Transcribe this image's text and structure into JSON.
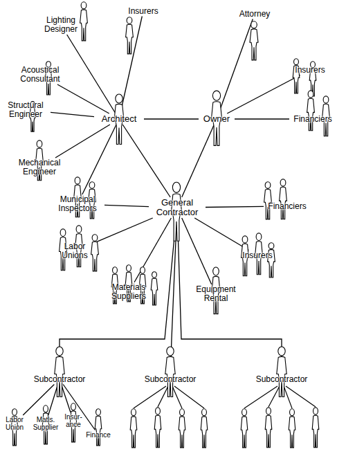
{
  "diagram": {
    "nodes": [
      {
        "text": [
          "Lighting Designer"
        ]
      },
      {
        "text": [
          "Insurers"
        ]
      },
      {
        "text": [
          "Attorney"
        ]
      },
      {
        "text": [
          "Acoustical Consultant"
        ]
      },
      {
        "text": [
          "Insurers"
        ]
      },
      {
        "text": [
          "Architect"
        ]
      },
      {
        "text": [
          "Owner"
        ]
      },
      {
        "text": [
          "Financiers"
        ]
      },
      {
        "text": [
          "Structural Engineer"
        ]
      },
      {
        "text": [
          "Mechanical Engineer"
        ]
      },
      {
        "text": [
          "Municipal Inspectors"
        ]
      },
      {
        "text": [
          "General Contractor"
        ]
      },
      {
        "text": [
          "Financiers"
        ]
      },
      {
        "text": [
          "Labor Unions"
        ]
      },
      {
        "text": [
          "Insurers"
        ]
      },
      {
        "text": [
          "Materials Suppliers"
        ]
      },
      {
        "text": [
          "Equipment Rental"
        ]
      },
      {
        "text": [
          "Subcontractor"
        ]
      },
      {
        "text": [
          "Subcontractor"
        ]
      },
      {
        "text": [
          "Subcontractor"
        ]
      },
      {
        "text": [
          "Labor Union"
        ]
      },
      {
        "text": [
          "Matls. Supplier"
        ]
      },
      {
        "text": [
          "Insur- ance"
        ]
      },
      {
        "text": [
          "Finance"
        ]
      }
    ],
    "edges": [
      {
        "from": 5,
        "to": 0,
        "arrow": "none"
      },
      {
        "from": 5,
        "to": 1,
        "arrow": "none"
      },
      {
        "from": 5,
        "to": 3,
        "arrow": "none"
      },
      {
        "from": 5,
        "to": 8,
        "arrow": "none"
      },
      {
        "from": 5,
        "to": 9,
        "arrow": "none"
      },
      {
        "from": 5,
        "to": 10,
        "arrow": "none"
      },
      {
        "from": 5,
        "to": 6,
        "arrow": "none"
      },
      {
        "from": 5,
        "to": 11,
        "arrow": "none"
      },
      {
        "from": 6,
        "to": 2,
        "arrow": "none"
      },
      {
        "from": 6,
        "to": 4,
        "arrow": "none"
      },
      {
        "from": 6,
        "to": 7,
        "arrow": "none"
      },
      {
        "from": 6,
        "to": 11,
        "arrow": "none"
      },
      {
        "from": 11,
        "to": 10,
        "arrow": "none"
      },
      {
        "from": 11,
        "to": 13,
        "arrow": "none"
      },
      {
        "from": 11,
        "to": 15,
        "arrow": "none"
      },
      {
        "from": 11,
        "to": 16,
        "arrow": "none"
      },
      {
        "from": 11,
        "to": 14,
        "arrow": "none"
      },
      {
        "from": 11,
        "to": 12,
        "arrow": "none"
      },
      {
        "from": 11,
        "to": 17,
        "arrow": "none"
      },
      {
        "from": 11,
        "to": 18,
        "arrow": "none"
      },
      {
        "from": 11,
        "to": 19,
        "arrow": "none"
      },
      {
        "from": 17,
        "to": 20,
        "arrow": "none"
      },
      {
        "from": 17,
        "to": 21,
        "arrow": "none"
      },
      {
        "from": 17,
        "to": 22,
        "arrow": "none"
      },
      {
        "from": 17,
        "to": 23,
        "arrow": "none"
      }
    ]
  }
}
